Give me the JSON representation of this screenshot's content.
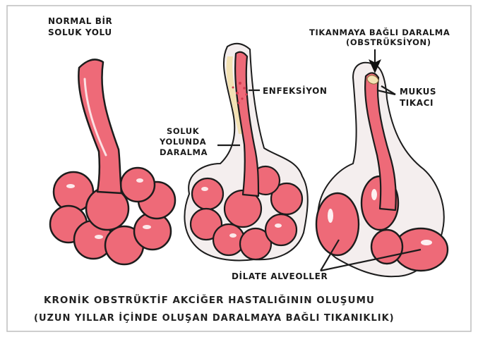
{
  "labels": {
    "normal_title_line1": "NORMAL BİR",
    "normal_title_line2": "SOLUK YOLU",
    "enfeksiyon": "ENFEKSİYON",
    "daralma_line1": "SOLUK",
    "daralma_line2": "YOLUNDA",
    "daralma_line3": "DARALMA",
    "obstruction_line1": "TIKANMAYA BAĞLI DARALMA",
    "obstruction_line2": "(OBSTRÜKSİYON)",
    "mukus_line1": "MUKUS",
    "mukus_line2": "TIKACI",
    "dilate": "DİLATE ALVEOLLER"
  },
  "caption": {
    "line1": "KRONİK OBSTRÜKTİF AKCİĞER HASTALIĞININ OLUŞUMU",
    "line2": "(UZUN YILLAR İÇİNDE OLUŞAN DARALMAYA BAĞLI TIKANIKLIK)"
  },
  "colors": {
    "airway": "#ee6a78",
    "airway_dark": "#c94456",
    "outline": "#1c1c1c",
    "mucus_layer": "#f3e2b4",
    "outer_wall": "#f4eeee",
    "infection_dots": "#d23a50"
  }
}
